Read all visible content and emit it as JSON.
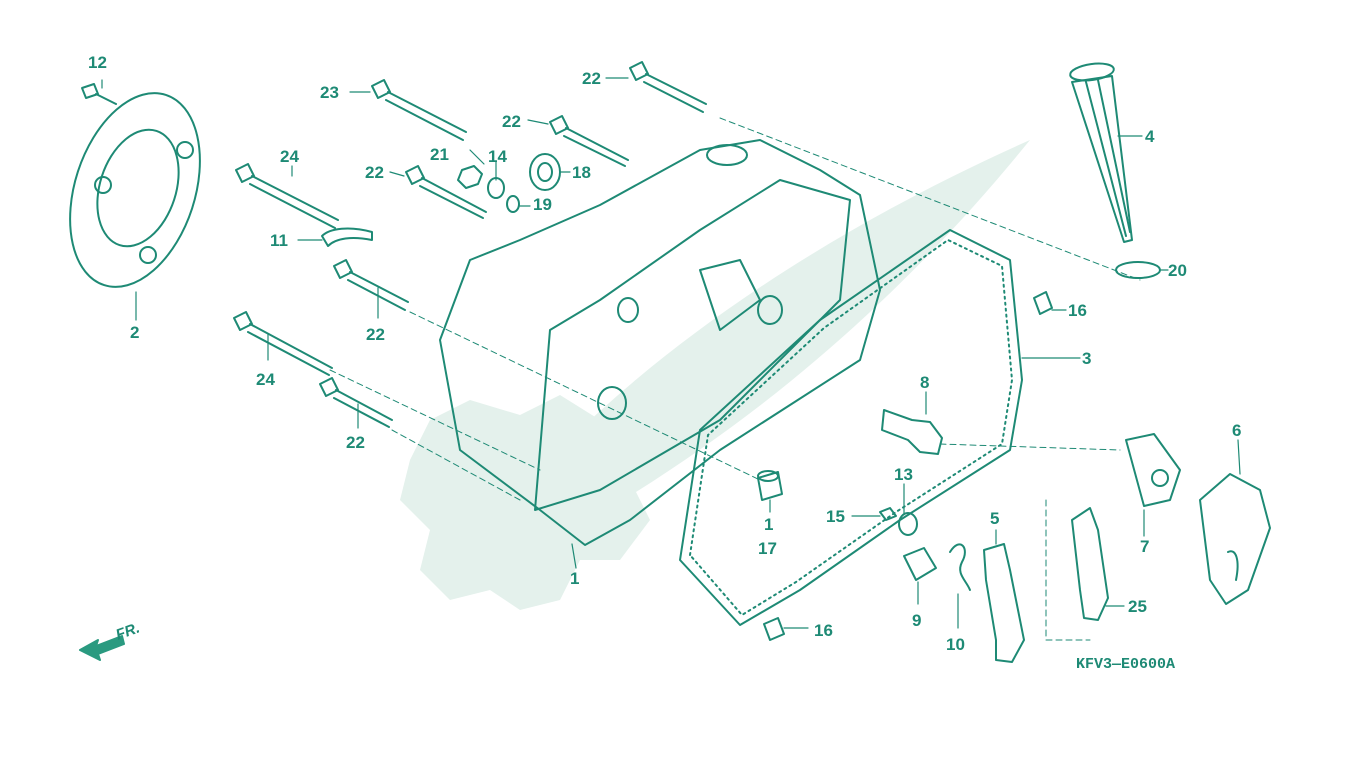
{
  "diagram": {
    "code": "KFV3—E0600A",
    "front_marker": "FR.",
    "colors": {
      "ink": "#1e8a75",
      "watermark": "#e4f1ec",
      "arrow": "#2a9a80"
    }
  },
  "labels": {
    "l1a": "1",
    "l1b": "1",
    "l2": "2",
    "l3": "3",
    "l4": "4",
    "l5": "5",
    "l6": "6",
    "l7": "7",
    "l8": "8",
    "l9": "9",
    "l10": "10",
    "l11": "11",
    "l12": "12",
    "l13": "13",
    "l14": "14",
    "l15": "15",
    "l16a": "16",
    "l16b": "16",
    "l17": "17",
    "l18": "18",
    "l19": "19",
    "l20": "20",
    "l21": "21",
    "l22a": "22",
    "l22b": "22",
    "l22c": "22",
    "l22d": "22",
    "l22e": "22",
    "l23": "23",
    "l24a": "24",
    "l24b": "24",
    "l25": "25"
  }
}
